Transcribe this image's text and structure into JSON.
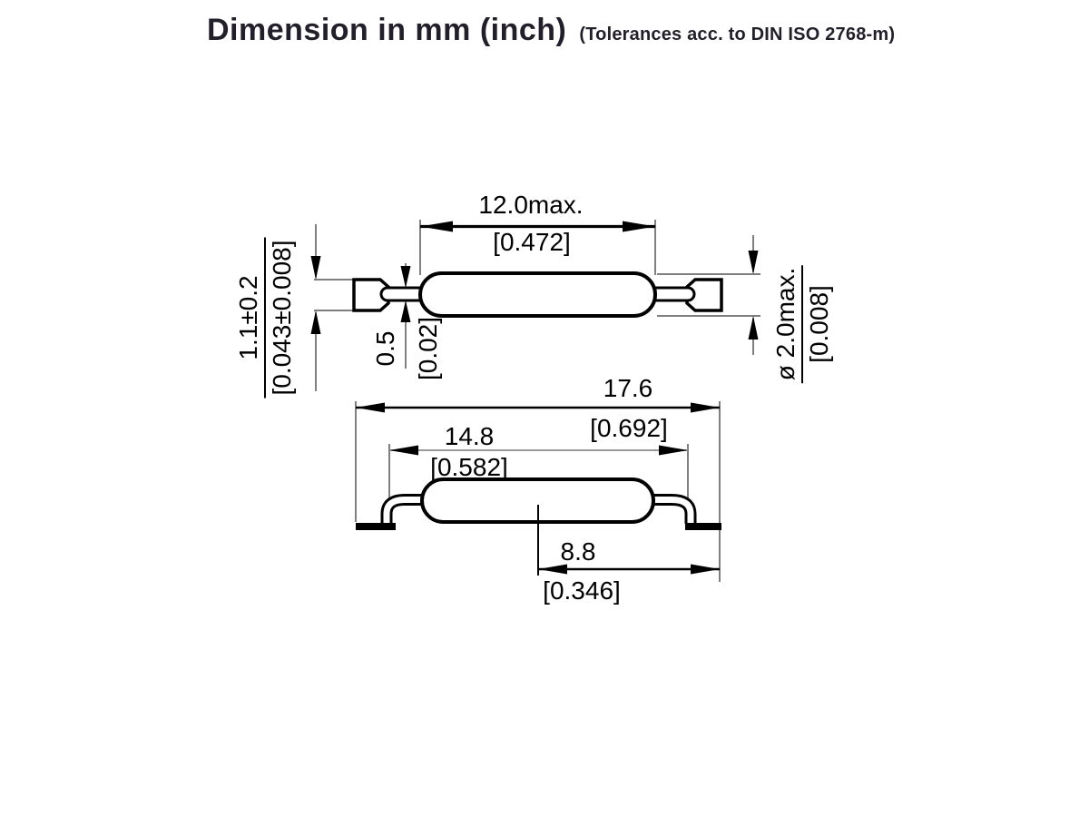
{
  "header": {
    "title": "Dimension in mm (inch)",
    "tolerance_note": "(Tolerances acc. to DIN ISO 2768-m)"
  },
  "dimensions": {
    "top_view": {
      "body_length": {
        "mm": "12.0max.",
        "inch": "[0.472]"
      },
      "lead_end_thickness": {
        "mm": "1.1±0.2",
        "inch": "[0.043±0.008]"
      },
      "lead_wire_diameter": {
        "mm": "0.5",
        "inch": "[0.02]"
      },
      "body_diameter": {
        "mm": "ø 2.0max.",
        "inch": "[0.008]"
      }
    },
    "bottom_view": {
      "overall_length": {
        "mm": "17.6",
        "inch": "[0.692]"
      },
      "lead_bend_span": {
        "mm": "14.8",
        "inch": "[0.582]"
      },
      "center_to_lead_end": {
        "mm": "8.8",
        "inch": "[0.346]"
      }
    }
  },
  "colors": {
    "line": "#000000",
    "thin_line": "#555555",
    "gray_dim_line": "#999999",
    "title_text": "#231f2a",
    "background": "#ffffff"
  }
}
